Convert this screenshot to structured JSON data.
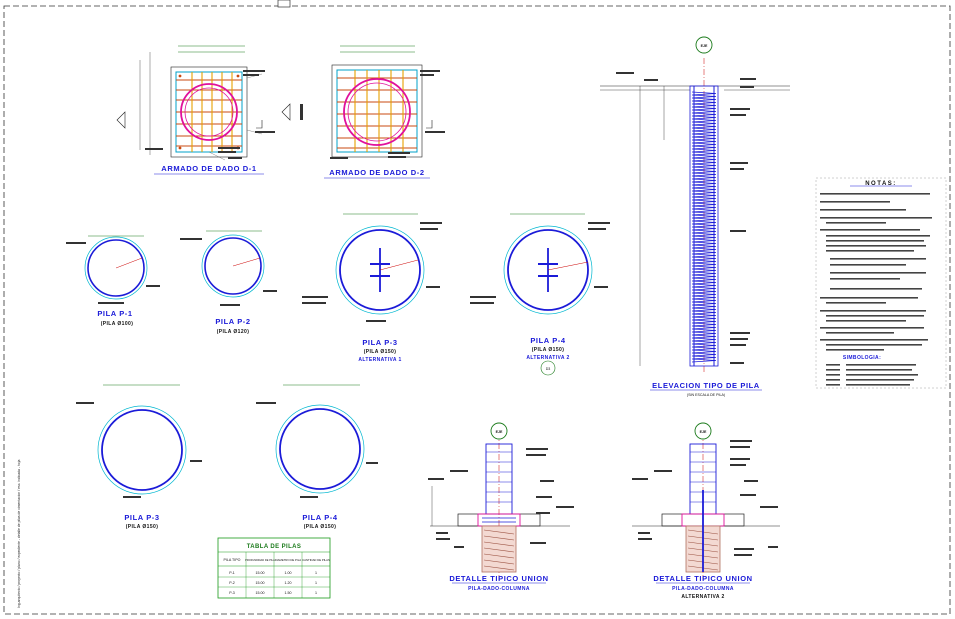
{
  "sheet": {
    "side_note": "Ing.arquitecto / proyecto / plano / expediente - detalle de pilas de cimentacion / esc. indicada - hoja"
  },
  "dados": {
    "d1_title": "ARMADO DE DADO D-1",
    "d2_title": "ARMADO DE DADO D-2"
  },
  "piles": [
    {
      "title": "PILA P-1",
      "sub": "(PILA Ø100)",
      "alt": ""
    },
    {
      "title": "PILA P-2",
      "sub": "(PILA Ø120)",
      "alt": ""
    },
    {
      "title": "PILA P-3",
      "sub": "(PILA Ø150)",
      "alt": "ALTERNATIVA 1"
    },
    {
      "title": "PILA P-4",
      "sub": "(PILA Ø150)",
      "alt": "ALTERNATIVA 2"
    },
    {
      "title": "PILA P-3",
      "sub": "(PILA Ø150)",
      "alt": ""
    },
    {
      "title": "PILA P-4",
      "sub": "(PILA Ø150)",
      "alt": ""
    }
  ],
  "p4_tag": "D3",
  "elevation": {
    "title": "ELEVACION TIPO DE PILA",
    "sub": "(SIN ESCALA DE PILA)",
    "marker": "EJE"
  },
  "details": [
    {
      "title": "DETALLE TIPICO UNION",
      "sub": "PILA-DADO-COLUMNA",
      "alt": "",
      "marker": "EJE"
    },
    {
      "title": "DETALLE TIPICO UNION",
      "sub": "PILA-DADO-COLUMNA",
      "alt": "ALTERNATIVA 2",
      "marker": "EJE"
    }
  ],
  "notes": {
    "title": "NOTAS:",
    "symbols_title": "SIMBOLOGIA:"
  },
  "table": {
    "title": "TABLA DE PILAS",
    "headers": [
      "PILA TIPO",
      "PROFUNDIDAD DE PILA",
      "DIAMETRO DE PILA",
      "CANTIDAD DE PILAS"
    ],
    "rows": [
      [
        "P-1",
        "15.00",
        "1.00",
        "1"
      ],
      [
        "P-2",
        "15.00",
        "1.20",
        "1"
      ],
      [
        "P-3",
        "15.00",
        "1.50",
        "1"
      ]
    ]
  }
}
